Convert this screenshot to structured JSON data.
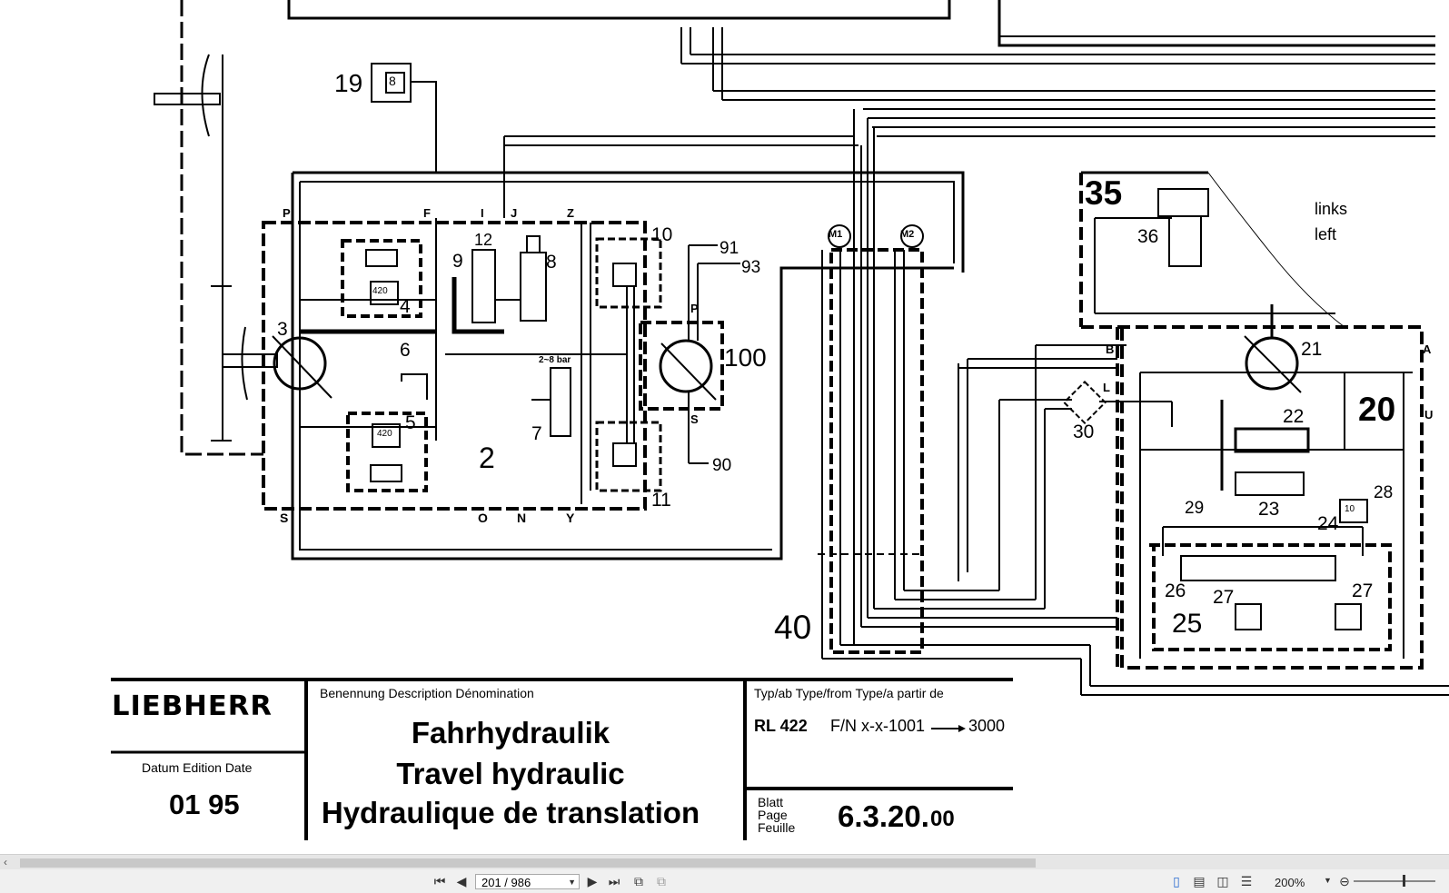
{
  "drawing": {
    "labels": {
      "n19": "19",
      "n3": "3",
      "n4": "4",
      "n5": "5",
      "n6": "6",
      "n2": "2",
      "n7": "7",
      "n8": "8",
      "n9": "9",
      "n10": "10",
      "n11": "11",
      "n12": "12",
      "n100": "100",
      "n90": "90",
      "n91": "91",
      "n93": "93",
      "n40": "40",
      "n30": "30",
      "n35": "35",
      "n36": "36",
      "n20": "20",
      "n21": "21",
      "n22": "22",
      "n23": "23",
      "n24": "24",
      "n25": "25",
      "n26": "26",
      "n27a": "27",
      "n27b": "27",
      "n28": "28",
      "n29": "29",
      "pP": "P",
      "pF": "F",
      "pI": "I",
      "pJ": "J",
      "pZ": "Z",
      "pS": "S",
      "pO": "O",
      "pN": "N",
      "pY": "Y",
      "pB": "B",
      "pA": "A",
      "pU": "U",
      "pL": "L",
      "pP2": "P",
      "pS2": "S",
      "m1": "M1",
      "m2": "M2",
      "v420a": "420",
      "v420b": "420",
      "v8": "8",
      "v10": "10",
      "bar": "2~8 bar",
      "links": "links",
      "left": "left"
    }
  },
  "title_block": {
    "logo": "LIEBHERR",
    "date_header": "Datum   Edition   Date",
    "date_value": "01 95",
    "name_header": "Benennung   Description   Dénomination",
    "title_de": "Fahrhydraulik",
    "title_en": "Travel hydraulic",
    "title_fr": "Hydraulique de translation",
    "type_header": "Typ/ab   Type/from   Type/a partir de",
    "type_model": "RL  422",
    "type_range": "F/N x-x-1001",
    "type_to": "3000",
    "page_labels": [
      "Blatt",
      "Page",
      "Feuille"
    ],
    "page_number": "6.3.20.",
    "page_suffix": "00"
  },
  "viewer": {
    "page_indicator": "201 / 986",
    "zoom": "200%"
  }
}
